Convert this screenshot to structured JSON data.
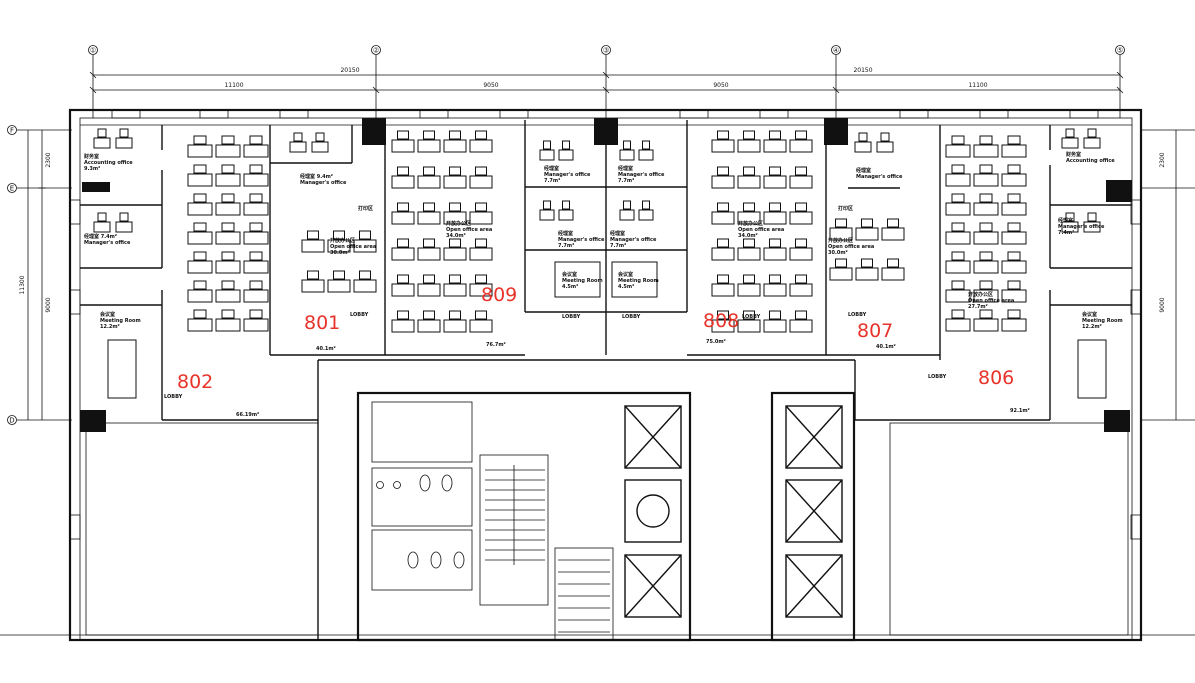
{
  "axes": {
    "columns": [
      "①",
      "②",
      "③",
      "④",
      "⑤"
    ],
    "rows": [
      "F",
      "E",
      "D"
    ]
  },
  "dimensions": {
    "top_totals": [
      "20150",
      "20150"
    ],
    "top_spans": [
      "11100",
      "9050",
      "9050",
      "11100"
    ],
    "left": [
      "2300",
      "11300",
      "9000"
    ],
    "right": [
      "2300",
      "9000"
    ]
  },
  "units": [
    "801",
    "802",
    "809",
    "808",
    "807",
    "806"
  ],
  "rooms": {
    "accounting_left": [
      "财务室",
      "Accounting office",
      "9.3m²"
    ],
    "manager_left": [
      "经理室 7.4m²",
      "Manager's office"
    ],
    "meeting_left": [
      "会议室",
      "Meeting Room",
      "12.2m²"
    ],
    "area_left": "66.19m²",
    "open_1": [
      "开放办公区",
      "Open office area",
      "30.0m²"
    ],
    "manager_1": [
      "经理室 9.4m²",
      "Manager's office"
    ],
    "open_2": [
      "开放办公区",
      "Open office area",
      "34.0m²"
    ],
    "area_1": "40.1m²",
    "area_2": "76.7m²",
    "manager_c1": [
      "经理室",
      "Manager's office",
      "7.7m²"
    ],
    "manager_c2": [
      "经理室",
      "Manager's office",
      "7.7m²"
    ],
    "manager_c3": [
      "经理室",
      "Manager's office",
      "7.7m²"
    ],
    "manager_c4": [
      "经理室",
      "Manager's office",
      "7.7m²"
    ],
    "meeting_c1": [
      "会议室",
      "Meeting Room",
      "4.5m²"
    ],
    "meeting_c2": [
      "会议室",
      "Meeting Room",
      "4.5m²"
    ],
    "open_3": [
      "开放办公区",
      "Open office area",
      "34.0m²"
    ],
    "area_3": "75.0m²",
    "manager_3": [
      "经理室",
      "Manager's office"
    ],
    "open_4": [
      "开放办公区",
      "Open office area",
      "30.0m²"
    ],
    "area_4": "40.1m²",
    "accounting_right": [
      "财务室",
      "Accounting office"
    ],
    "manager_right": [
      "经理室",
      "Manager's office",
      "7.4m²"
    ],
    "open_5": [
      "开放办公区",
      "Open office area",
      "27.7m²"
    ],
    "meeting_right": [
      "会议室",
      "Meeting Room",
      "12.2m²"
    ],
    "area_right": "92.1m²",
    "print_label": "打印区",
    "lobby_label": "LOBBY"
  },
  "colors": {
    "lines": "#111111",
    "unit_numbers": "#e8332a",
    "background": "#ffffff"
  }
}
